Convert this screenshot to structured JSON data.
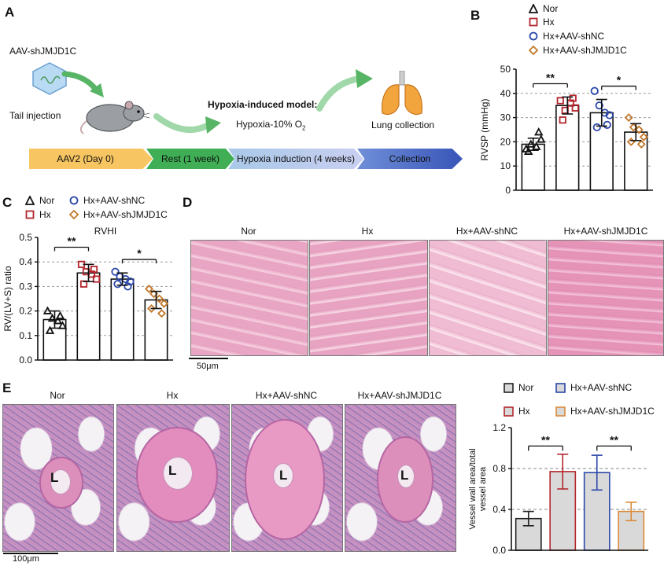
{
  "panels": {
    "a": "A",
    "b": "B",
    "c": "C",
    "d": "D",
    "e": "E"
  },
  "panel_a": {
    "virus_label": "AAV-shJMJD1C",
    "injection_label": "Tail injection",
    "model_title": "Hypoxia-induced model:",
    "model_desc_prefix": "Hypoxia-10% O",
    "model_desc_sub": "2",
    "collection_label": "Lung collection",
    "timeline": [
      "AAV2 (Day 0)",
      "Rest (1 week)",
      "Hypoxia induction (4 weeks)",
      "Collection"
    ],
    "timeline_colors": [
      "#f7c562",
      "#3fae55",
      "#b8c6ea",
      "#4a69c6"
    ]
  },
  "legend_b": [
    {
      "label": "Nor",
      "marker": "triangle",
      "color": "#111111"
    },
    {
      "label": "Hx",
      "marker": "square",
      "color": "#b3262e"
    },
    {
      "label": "Hx+AAV-shNC",
      "marker": "circle",
      "color": "#2b46a8"
    },
    {
      "label": "Hx+AAV-shJMJD1C",
      "marker": "diamond",
      "color": "#c2782a"
    }
  ],
  "legend_c": [
    {
      "label": "Nor",
      "marker": "triangle",
      "color": "#111111"
    },
    {
      "label": "Hx+AAV-shNC",
      "marker": "circle",
      "color": "#2b46a8"
    },
    {
      "label": "Hx",
      "marker": "square",
      "color": "#b3262e"
    },
    {
      "label": "Hx+AAV-shJMJD1C",
      "marker": "diamond",
      "color": "#c2782a"
    }
  ],
  "legend_e": [
    {
      "label": "Nor",
      "color": "#222222"
    },
    {
      "label": "Hx+AAV-shNC",
      "color": "#2b46a8"
    },
    {
      "label": "Hx",
      "color": "#b3262e"
    },
    {
      "label": "Hx+AAV-shJMJD1C",
      "color": "#d98a3a"
    }
  ],
  "micro_d": {
    "captions": [
      "Nor",
      "Hx",
      "Hx+AAV-shNC",
      "Hx+AAV-shJMJD1C"
    ],
    "scale": "50μm"
  },
  "micro_e": {
    "captions": [
      "Nor",
      "Hx",
      "Hx+AAV-shNC",
      "Hx+AAV-shJMJD1C"
    ],
    "lumen_label": "L",
    "scale": "100μm"
  },
  "chart_data": [
    {
      "id": "B",
      "type": "scatter",
      "title": "",
      "xlabel": "",
      "ylabel": "RVSP (mmHg)",
      "ylim": [
        0,
        50
      ],
      "yticks": [
        0,
        10,
        20,
        30,
        40,
        50
      ],
      "grid": "dashed horizontal at 10, 20, 30, 40",
      "categories": [
        "Nor",
        "Hx",
        "Hx+AAV-shNC",
        "Hx+AAV-shJMJD1C"
      ],
      "series": [
        {
          "name": "Nor",
          "marker": "triangle",
          "color": "#111111",
          "mean": 19,
          "sd": 2.5,
          "points": [
            17,
            19,
            18,
            21,
            16,
            24
          ]
        },
        {
          "name": "Hx",
          "marker": "square",
          "color": "#b3262e",
          "mean": 35,
          "sd": 3.5,
          "points": [
            37,
            33,
            36,
            34,
            29,
            38
          ]
        },
        {
          "name": "Hx+AAV-shNC",
          "marker": "circle",
          "color": "#2b46a8",
          "mean": 32,
          "sd": 5.5,
          "points": [
            41,
            35,
            32,
            31,
            26,
            27
          ]
        },
        {
          "name": "Hx+AAV-shJMJD1C",
          "marker": "diamond",
          "color": "#c2782a",
          "mean": 24,
          "sd": 3.5,
          "points": [
            30,
            26,
            25,
            22,
            20,
            19
          ]
        }
      ],
      "significance": [
        {
          "from": 0,
          "to": 1,
          "label": "**",
          "y": 44
        },
        {
          "from": 2,
          "to": 3,
          "label": "*",
          "y": 43
        }
      ]
    },
    {
      "id": "C",
      "type": "scatter",
      "title": "RVHI",
      "xlabel": "",
      "ylabel": "RV/(LV+S) ratio",
      "ylim": [
        0,
        0.5
      ],
      "yticks": [
        "0.0",
        "0.1",
        "0.2",
        "0.3",
        "0.4",
        "0.5"
      ],
      "grid": "dashed horizontal at 0.1, 0.2, 0.3, 0.4",
      "categories": [
        "Nor",
        "Hx",
        "Hx+AAV-shNC",
        "Hx+AAV-shJMJD1C"
      ],
      "series": [
        {
          "name": "Nor",
          "marker": "triangle",
          "color": "#111111",
          "mean": 0.165,
          "sd": 0.035,
          "points": [
            0.2,
            0.17,
            0.16,
            0.14,
            0.12,
            0.18
          ]
        },
        {
          "name": "Hx",
          "marker": "square",
          "color": "#b3262e",
          "mean": 0.355,
          "sd": 0.035,
          "points": [
            0.39,
            0.36,
            0.35,
            0.33,
            0.31,
            0.37
          ]
        },
        {
          "name": "Hx+AAV-shNC",
          "marker": "circle",
          "color": "#2b46a8",
          "mean": 0.33,
          "sd": 0.025,
          "points": [
            0.36,
            0.34,
            0.33,
            0.32,
            0.31,
            0.3
          ]
        },
        {
          "name": "Hx+AAV-shJMJD1C",
          "marker": "diamond",
          "color": "#c2782a",
          "mean": 0.245,
          "sd": 0.035,
          "points": [
            0.29,
            0.27,
            0.25,
            0.23,
            0.21,
            0.19
          ]
        }
      ],
      "significance": [
        {
          "from": 0,
          "to": 1,
          "label": "**",
          "y": 0.46
        },
        {
          "from": 2,
          "to": 3,
          "label": "*",
          "y": 0.41
        }
      ]
    },
    {
      "id": "E",
      "type": "bar",
      "title": "",
      "xlabel": "",
      "ylabel": "Vessel wall area/total vessel area",
      "ylim": [
        0,
        1.2
      ],
      "yticks": [
        "0.0",
        "0.4",
        "0.8",
        "1.2"
      ],
      "grid": "dashed horizontal at 0.4, 0.8",
      "categories": [
        "Nor",
        "Hx",
        "Hx+AAV-shNC",
        "Hx+AAV-shJMJD1C"
      ],
      "values": [
        0.31,
        0.77,
        0.76,
        0.38
      ],
      "errors": [
        0.07,
        0.17,
        0.17,
        0.09
      ],
      "colors": [
        "#222222",
        "#b3262e",
        "#2b46a8",
        "#d98a3a"
      ],
      "significance": [
        {
          "from": 0,
          "to": 1,
          "label": "**",
          "y": 1.02
        },
        {
          "from": 2,
          "to": 3,
          "label": "**",
          "y": 1.02
        }
      ]
    }
  ]
}
